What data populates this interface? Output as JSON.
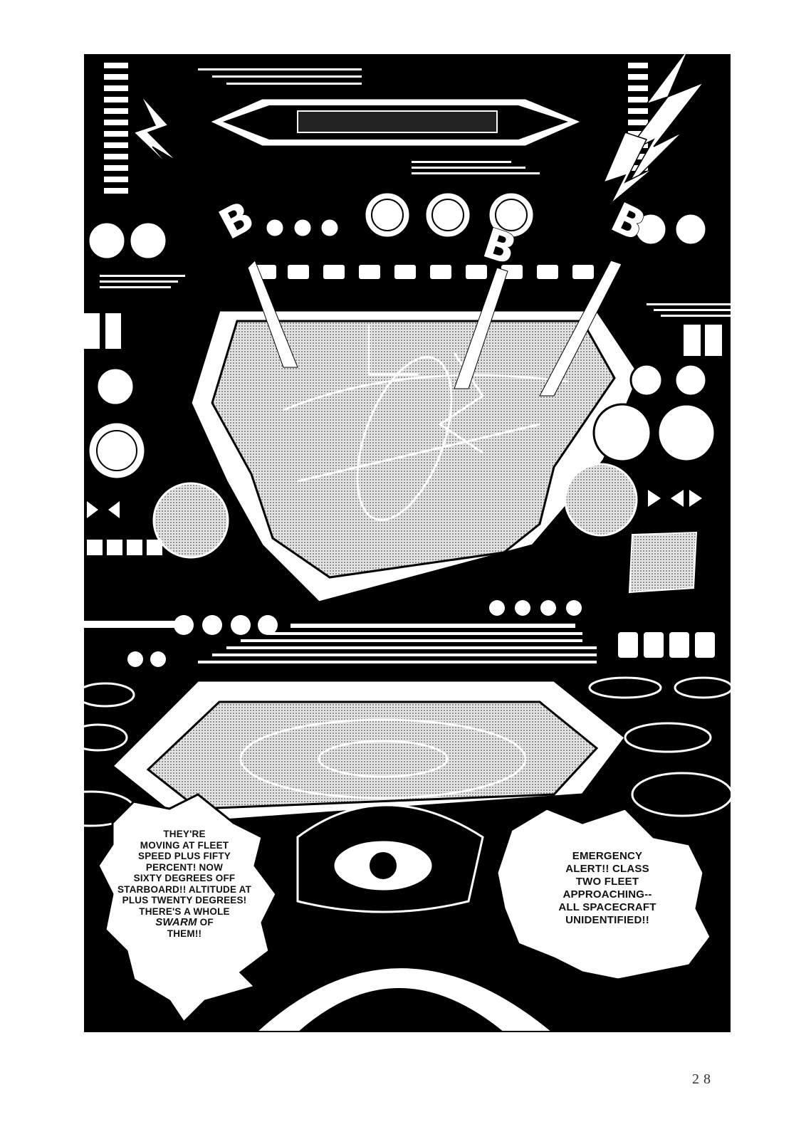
{
  "panel": {
    "sfx": [
      "B",
      "B",
      "B"
    ],
    "left_balloon": {
      "lines": [
        "THEY'RE",
        "MOVING AT FLEET",
        "SPEED PLUS FIFTY",
        "PERCENT! NOW",
        "SIXTY DEGREES OFF",
        "STARBOARD!! ALTITUDE AT",
        "PLUS TWENTY DEGREES!",
        "THERE'S A WHOLE",
        "SWARM",
        "OF",
        "THEM!!"
      ]
    },
    "right_balloon": {
      "lines": [
        "EMERGENCY",
        "ALERT!! CLASS",
        "TWO FLEET",
        "APPROACHING--",
        "ALL SPACECRAFT",
        "UNIDENTIFIED!!"
      ]
    }
  },
  "page_number": "28",
  "colors": {
    "ink": "#000000",
    "paper": "#ffffff",
    "screen": "#cfcfcf"
  }
}
